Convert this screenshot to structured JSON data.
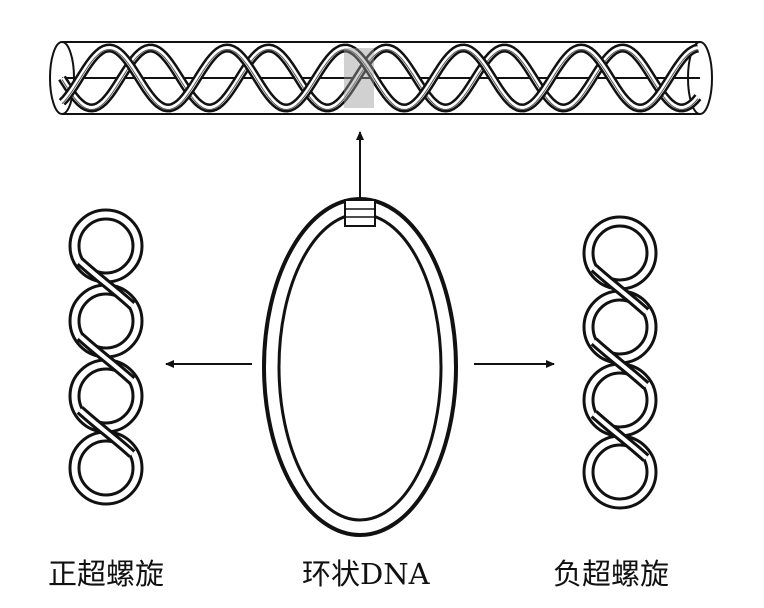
{
  "labels": {
    "positive_supercoil": "正超螺旋",
    "circular_dna": "环状DNA",
    "negative_supercoil": "负超螺旋"
  },
  "colors": {
    "ink": "#111111",
    "background": "#ffffff"
  }
}
